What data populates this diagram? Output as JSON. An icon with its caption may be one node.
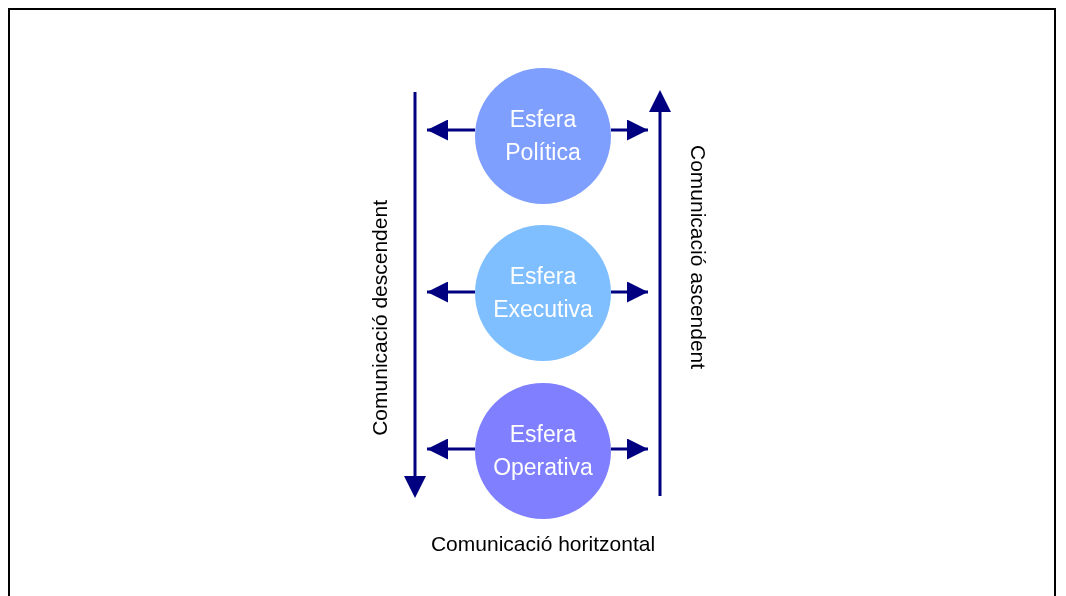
{
  "diagram": {
    "nodes": [
      {
        "text": [
          "Esfera Política"
        ]
      },
      {
        "text": [
          "Esfera Executiva"
        ]
      },
      {
        "text": [
          "Esfera Operativa"
        ]
      },
      {
        "text": [],
        "shape": "line",
        "beside": [
          "Comunicació descendent"
        ]
      },
      {
        "text": [],
        "shape": "line",
        "beside": [
          "Comunicació ascendent"
        ]
      }
    ],
    "edges": [
      {
        "from": 0,
        "to": 3,
        "arrow": "to"
      },
      {
        "from": 0,
        "to": 4,
        "arrow": "to"
      },
      {
        "from": 1,
        "to": 3,
        "arrow": "to"
      },
      {
        "from": 1,
        "to": 4,
        "arrow": "to"
      },
      {
        "from": 2,
        "to": 3,
        "arrow": "to"
      },
      {
        "from": 2,
        "to": 4,
        "arrow": "to"
      }
    ],
    "labels": [
      "Comunicació horitzontal"
    ]
  }
}
